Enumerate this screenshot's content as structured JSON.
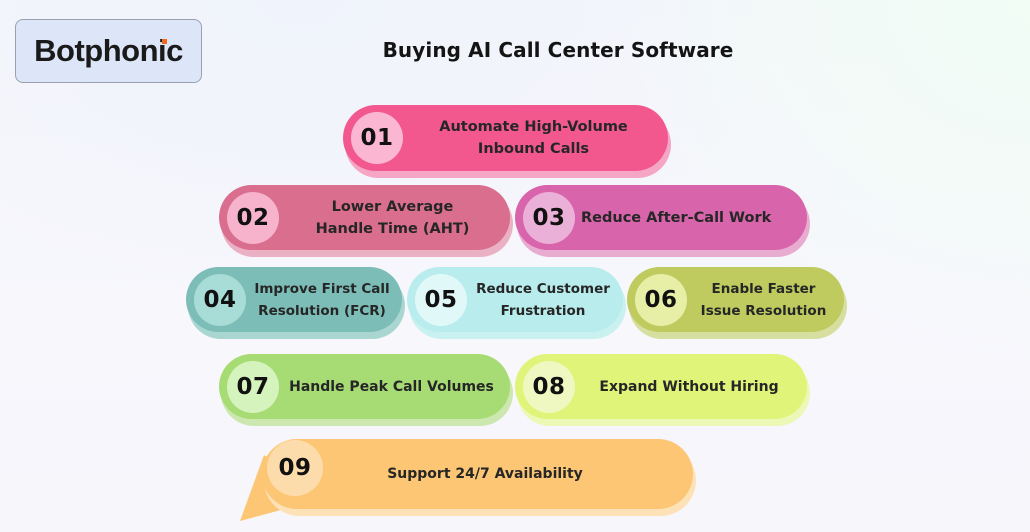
{
  "logo": {
    "text": "Botphonic",
    "dot_color": "#f26a1b"
  },
  "title": "Buying AI Call Center Software",
  "items": [
    {
      "num": "01",
      "line1": "Automate High-Volume",
      "line2": "Inbound Calls",
      "color": "#f2588e",
      "shadow": "#f4a6c4",
      "circle": "#fbb7d1"
    },
    {
      "num": "02",
      "line1": "Lower Average",
      "line2": "Handle Time (AHT)",
      "color": "#da6e8f",
      "shadow": "#eab0c3",
      "circle": "#f6b3cb"
    },
    {
      "num": "03",
      "line1": "Reduce After-Call Work",
      "line2": "",
      "color": "#d864ab",
      "shadow": "#e9acd1",
      "circle": "#eab0d8"
    },
    {
      "num": "04",
      "line1": "Improve First Call",
      "line2": "Resolution (FCR)",
      "color": "#7dbdb7",
      "shadow": "#a9d6d1",
      "circle": "#a8dcd6"
    },
    {
      "num": "05",
      "line1": "Reduce Customer",
      "line2": "Frustration",
      "color": "#b9ecec",
      "shadow": "#c9f1f0",
      "circle": "#e1f8f8"
    },
    {
      "num": "06",
      "line1": "Enable Faster",
      "line2": "Issue Resolution",
      "color": "#bfcb5f",
      "shadow": "#d6dea0",
      "circle": "#e7efa6"
    },
    {
      "num": "07",
      "line1": "Handle Peak Call Volumes",
      "line2": "",
      "color": "#a7dc75",
      "shadow": "#cce8b0",
      "circle": "#d5f3bc"
    },
    {
      "num": "08",
      "line1": "Expand Without Hiring",
      "line2": "",
      "color": "#e0f479",
      "shadow": "#ecf8b6",
      "circle": "#eff8c0"
    },
    {
      "num": "09",
      "line1": "Support 24/7 Availability",
      "line2": "",
      "color": "#fdc674",
      "shadow": "#fde2b8",
      "circle": "#fcdcab"
    }
  ]
}
